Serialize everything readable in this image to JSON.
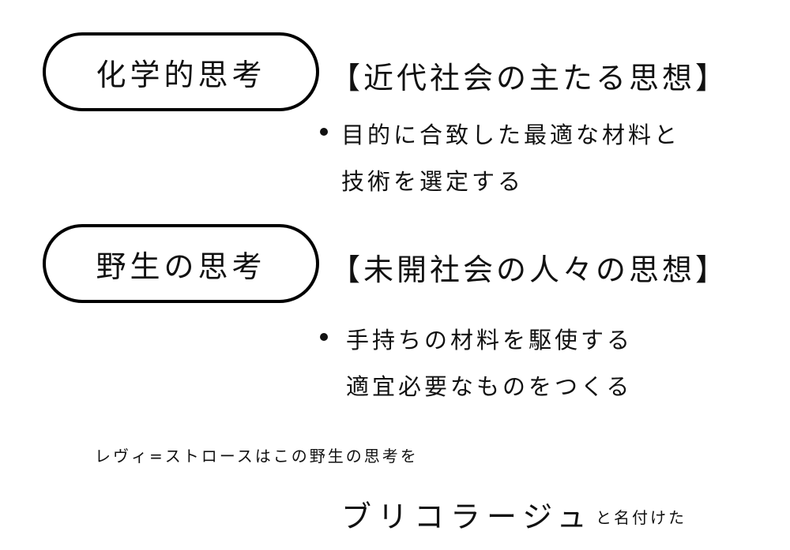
{
  "block1": {
    "label": "化学的思考",
    "heading": "【近代社会の主たる思想】",
    "lines": [
      "目的に合致した最適な材料と",
      "技術を選定する"
    ]
  },
  "block2": {
    "label": "野生の思考",
    "heading": "【未開社会の人々の思想】",
    "lines": [
      "手持ちの材料を駆使する",
      "適宜必要なものをつくる"
    ]
  },
  "footer": {
    "intro": "レヴィ=ストロースはこの野生の思考を",
    "term": "ブリコラージュ",
    "suffix": "と名付けた"
  }
}
